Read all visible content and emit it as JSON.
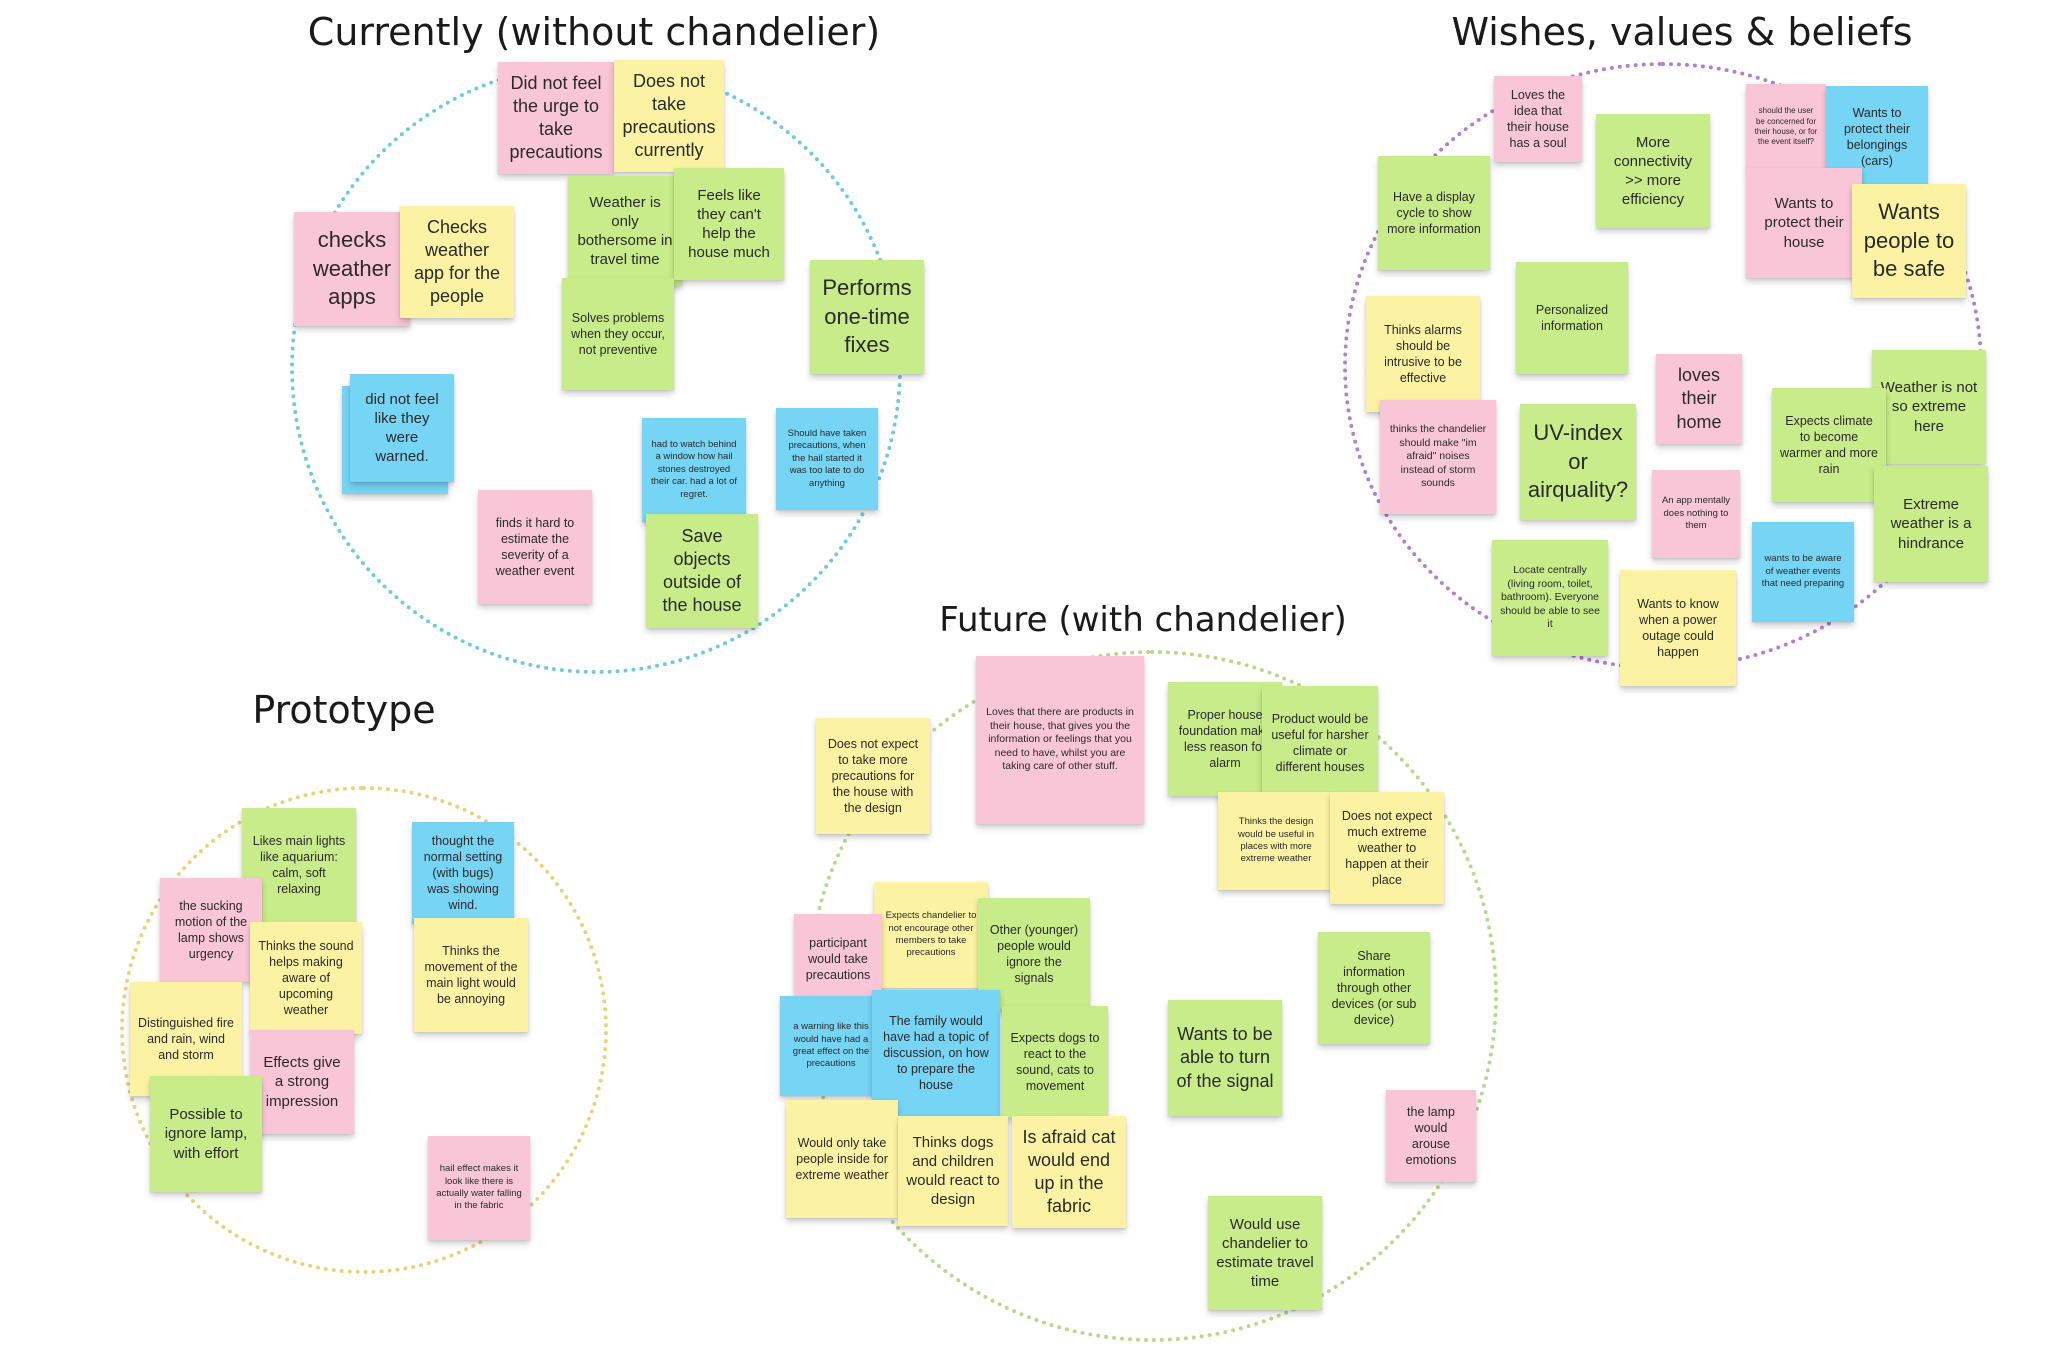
{
  "colors": {
    "pink": "#f9c6d8",
    "yellow": "#fbf3a3",
    "green": "#c8ec8a",
    "blue": "#76d4f4",
    "circle_blue": "#6fcadf",
    "circle_purple": "#b47ed0",
    "circle_yellow": "#e8d27a",
    "circle_green": "#b6d98a"
  },
  "clusters": {
    "currently": {
      "title": "Currently (without chandelier)"
    },
    "wishes": {
      "title": "Wishes, values & beliefs"
    },
    "prototype": {
      "title": "Prototype"
    },
    "future": {
      "title": "Future (with chandelier)"
    }
  },
  "notes": {
    "currently": [
      {
        "text": "Did not feel the urge to take precautions",
        "color": "pink"
      },
      {
        "text": "Does not take precautions currently",
        "color": "yellow"
      },
      {
        "text": "checks weather apps",
        "color": "pink"
      },
      {
        "text": "Checks weather app for the people",
        "color": "yellow"
      },
      {
        "text": "Weather is only bothersome in travel time",
        "color": "green"
      },
      {
        "text": "Feels like they can't help the house much",
        "color": "green"
      },
      {
        "text": "Solves problems when they occur, not preventive",
        "color": "green"
      },
      {
        "text": "Performs one-time fixes",
        "color": "green"
      },
      {
        "text": "did not feel like they were warned.",
        "color": "blue"
      },
      {
        "text": "had to watch behind a window how hail stones destroyed their car. had a lot of regret.",
        "color": "blue"
      },
      {
        "text": "Should have taken precautions, when the hail started it was too late to do anything",
        "color": "blue"
      },
      {
        "text": "finds it hard to estimate the severity of a weather event",
        "color": "pink"
      },
      {
        "text": "Save objects outside of the house",
        "color": "green"
      }
    ],
    "wishes": [
      {
        "text": "Loves the idea that their house has a soul",
        "color": "pink"
      },
      {
        "text": "More connectivity >> more efficiency",
        "color": "green"
      },
      {
        "text": "should the user be concerned for their house, or for the event itself?",
        "color": "pink"
      },
      {
        "text": "Wants to protect their belongings (cars)",
        "color": "blue"
      },
      {
        "text": "Have a display cycle to show more information",
        "color": "green"
      },
      {
        "text": "Wants to protect their house",
        "color": "pink"
      },
      {
        "text": "Wants people to be safe",
        "color": "yellow"
      },
      {
        "text": "Personalized information",
        "color": "green"
      },
      {
        "text": "Thinks alarms should be intrusive to be effective",
        "color": "yellow"
      },
      {
        "text": "loves their home",
        "color": "pink"
      },
      {
        "text": "Weather is not so extreme here",
        "color": "green"
      },
      {
        "text": "thinks the chandelier should make \"im afraid\" noises instead of storm sounds",
        "color": "pink"
      },
      {
        "text": "UV-index or airquality?",
        "color": "green"
      },
      {
        "text": "Expects climate to become warmer and more rain",
        "color": "green"
      },
      {
        "text": "An app mentally does nothing to them",
        "color": "pink"
      },
      {
        "text": "Extreme weather is a hindrance",
        "color": "green"
      },
      {
        "text": "Locate centrally (living room, toilet, bathroom). Everyone should be able to see it",
        "color": "green"
      },
      {
        "text": "Wants to know when a power outage could happen",
        "color": "yellow"
      },
      {
        "text": "wants to be aware of weather events that need preparing",
        "color": "blue"
      }
    ],
    "prototype": [
      {
        "text": "Likes main lights like aquarium: calm, soft relaxing",
        "color": "green"
      },
      {
        "text": "thought the normal setting (with bugs) was showing wind.",
        "color": "blue"
      },
      {
        "text": "the sucking motion of the lamp shows urgency",
        "color": "pink"
      },
      {
        "text": "Thinks the sound helps making aware of upcoming weather",
        "color": "yellow"
      },
      {
        "text": "Thinks the movement of the main light would be annoying",
        "color": "yellow"
      },
      {
        "text": "Distinguished fire and rain, wind and storm",
        "color": "yellow"
      },
      {
        "text": "Effects give a strong impression",
        "color": "pink"
      },
      {
        "text": "Possible to ignore lamp, with effort",
        "color": "green"
      },
      {
        "text": "hail effect makes it look like there is actually water falling in the fabric",
        "color": "pink"
      }
    ],
    "future": [
      {
        "text": "Does not expect to take more precautions for the house with the design",
        "color": "yellow"
      },
      {
        "text": "Loves that there are products in their house, that gives you the information or feelings that you need to have, whilst you are taking care of other stuff.",
        "color": "pink"
      },
      {
        "text": "Proper house foundation make less reason for alarm",
        "color": "green"
      },
      {
        "text": "Product would be useful for harsher climate or different houses",
        "color": "green"
      },
      {
        "text": "Thinks the design would be useful in places with more extreme weather",
        "color": "yellow"
      },
      {
        "text": "Does not expect much extreme weather to happen at their place",
        "color": "yellow"
      },
      {
        "text": "Expects chandelier to not encourage other members to take precautions",
        "color": "yellow"
      },
      {
        "text": "participant would take precautions",
        "color": "pink"
      },
      {
        "text": "Other (younger) people would ignore the signals",
        "color": "green"
      },
      {
        "text": "Share information through other devices (or sub device)",
        "color": "green"
      },
      {
        "text": "a warning like this would have had a great effect on the precautions",
        "color": "blue"
      },
      {
        "text": "The family would have had a topic of discussion, on how to prepare the house",
        "color": "blue"
      },
      {
        "text": "Expects dogs to react to the sound, cats to movement",
        "color": "green"
      },
      {
        "text": "Wants to be able to turn of the signal",
        "color": "green"
      },
      {
        "text": "Would only take people inside for extreme weather",
        "color": "yellow"
      },
      {
        "text": "Thinks dogs and children would react to design",
        "color": "yellow"
      },
      {
        "text": "Is afraid cat would end up in the fabric",
        "color": "yellow"
      },
      {
        "text": "the lamp would arouse emotions",
        "color": "pink"
      },
      {
        "text": "Would use chandelier to estimate travel time",
        "color": "green"
      }
    ]
  }
}
